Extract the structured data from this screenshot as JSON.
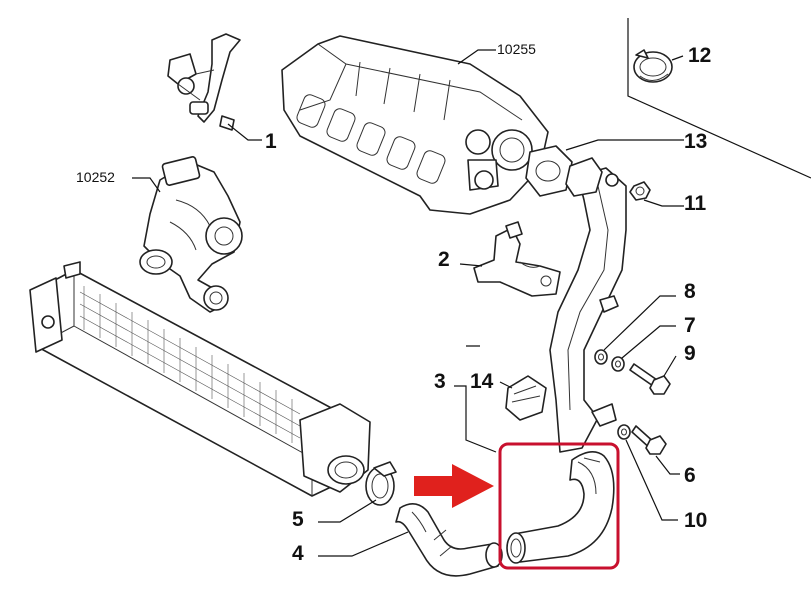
{
  "colors": {
    "highlight": "#f5ee1a",
    "frame": "#c8102e",
    "arrow": "#e0211d",
    "line": "#222222"
  },
  "callouts": [
    "1",
    "2",
    "3",
    "4",
    "5",
    "6",
    "7",
    "8",
    "9",
    "10",
    "11",
    "12",
    "13",
    "14"
  ],
  "references": [
    "10255",
    "10252"
  ]
}
